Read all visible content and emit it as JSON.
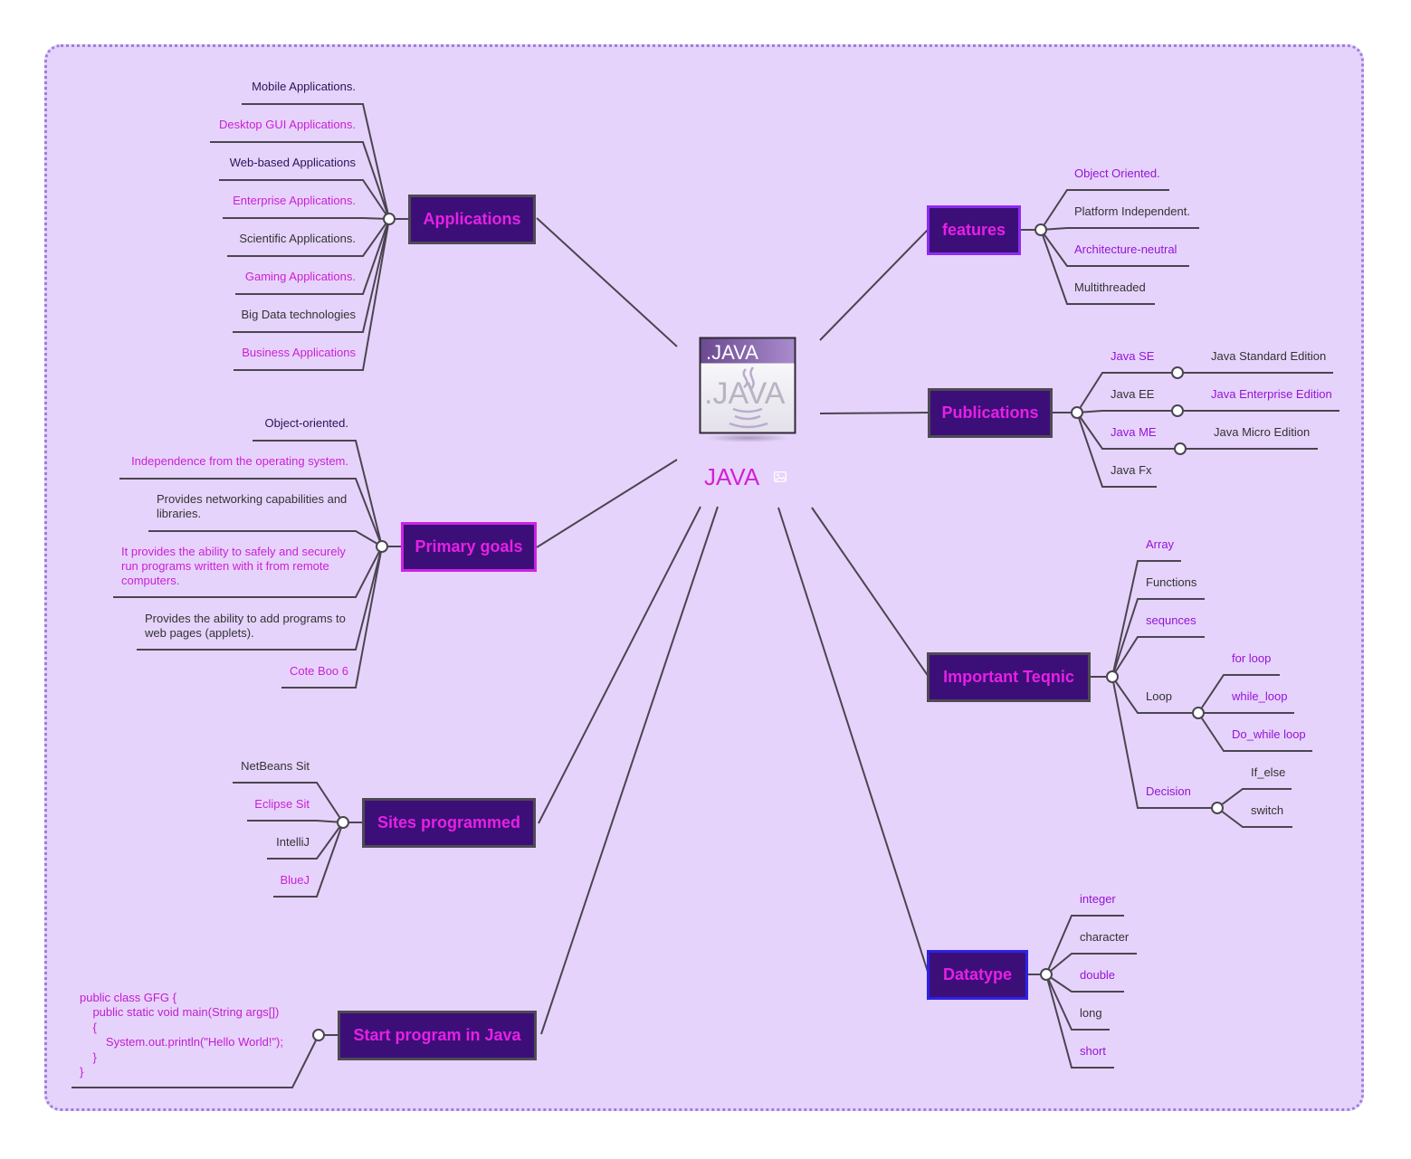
{
  "center": {
    "title": "JAVA",
    "icon_banner": ".JAVA",
    "icon_watermark": ".JAVA",
    "icon": "java-file-icon",
    "image_icon": "image-icon"
  },
  "branches": {
    "applications": "Applications",
    "primary_goals": "Primary goals",
    "sites": "Sites programmed",
    "start": "Start program in Java",
    "features": "features",
    "publications": "Publications",
    "teqnic": "Important Teqnic",
    "datatype": "Datatype"
  },
  "applications": [
    "Mobile Applications.",
    "Desktop GUI Applications.",
    "Web-based Applications",
    "Enterprise Applications.",
    "Scientific Applications.",
    "Gaming Applications.",
    "Big Data technologies",
    "Business Applications"
  ],
  "primary_goals": [
    "Object-oriented.",
    "Independence from the operating system.",
    "Provides networking capabilities and libraries.",
    "It provides the ability to safely and securely run programs written with it from remote computers.",
    "Provides the ability to add programs to web pages (applets).",
    "Cote Boo 6"
  ],
  "sites": [
    "NetBeans Sit",
    "Eclipse Sit",
    "IntelliJ",
    "BlueJ"
  ],
  "start_code": "public class GFG {\n    public static void main(String args[])\n    {\n        System.out.println(\"Hello World!\");\n    }\n}",
  "features": [
    "Object Oriented.",
    "Platform Independent.",
    "Architecture-neutral",
    "Multithreaded"
  ],
  "publications": [
    {
      "name": "Java SE",
      "detail": "Java Standard Edition"
    },
    {
      "name": "Java EE",
      "detail": "Java Enterprise Edition"
    },
    {
      "name": "Java ME",
      "detail": "Java Micro Edition"
    },
    {
      "name": "Java Fx",
      "detail": ""
    }
  ],
  "teqnic": {
    "items": [
      "Array",
      "Functions",
      "sequnces"
    ],
    "loop": {
      "label": "Loop",
      "children": [
        "for loop",
        "while_loop",
        "Do_while loop"
      ]
    },
    "decision": {
      "label": "Decision",
      "children": [
        "If_else",
        "switch"
      ]
    }
  },
  "datatype": [
    "integer",
    "character",
    "double",
    "long",
    "short"
  ],
  "colors": {
    "background": "#e6d3fb",
    "frame": "#9b7fe0",
    "node_fill": "#3c0f78",
    "node_text": "#e620e6",
    "line": "#4a4550"
  }
}
